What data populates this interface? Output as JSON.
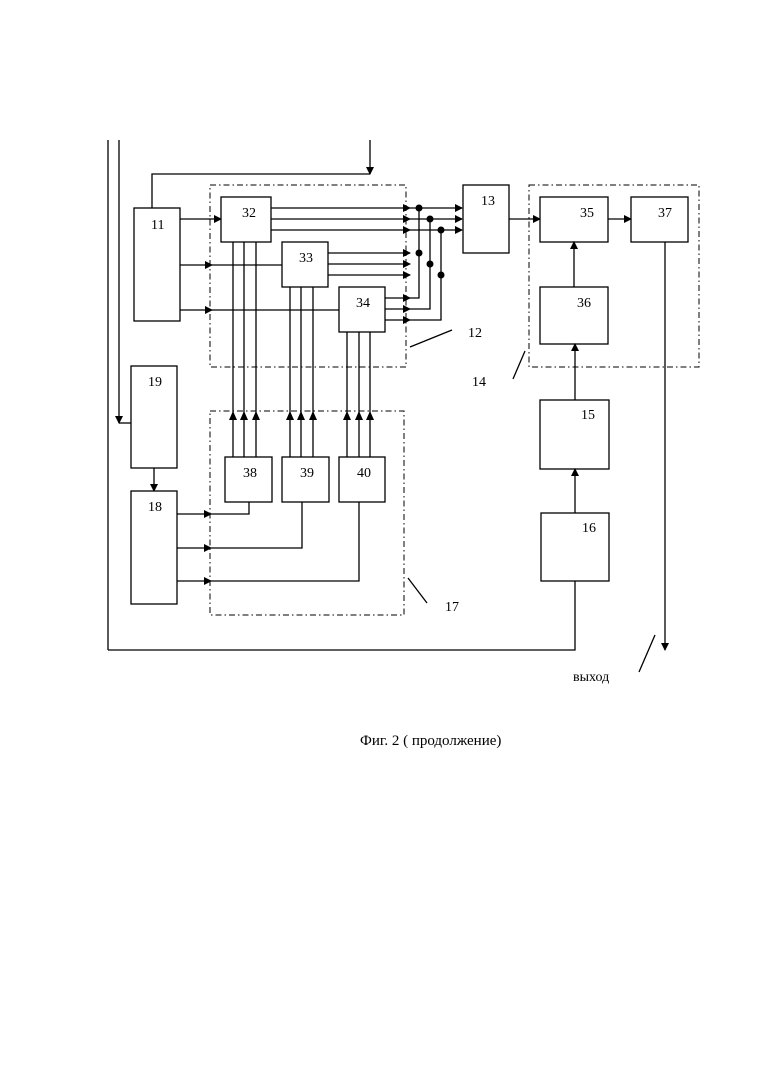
{
  "diagram": {
    "blocks": {
      "b11": "11",
      "b32": "32",
      "b33": "33",
      "b34": "34",
      "b13": "13",
      "b35": "35",
      "b37": "37",
      "b36": "36",
      "b19": "19",
      "b18": "18",
      "b38": "38",
      "b39": "39",
      "b40": "40",
      "b15": "15",
      "b16": "16"
    },
    "groups": {
      "g12": "12",
      "g14": "14",
      "g17": "17"
    },
    "output_label": "выход",
    "caption": "Фиг. 2 ( продолжение)"
  }
}
